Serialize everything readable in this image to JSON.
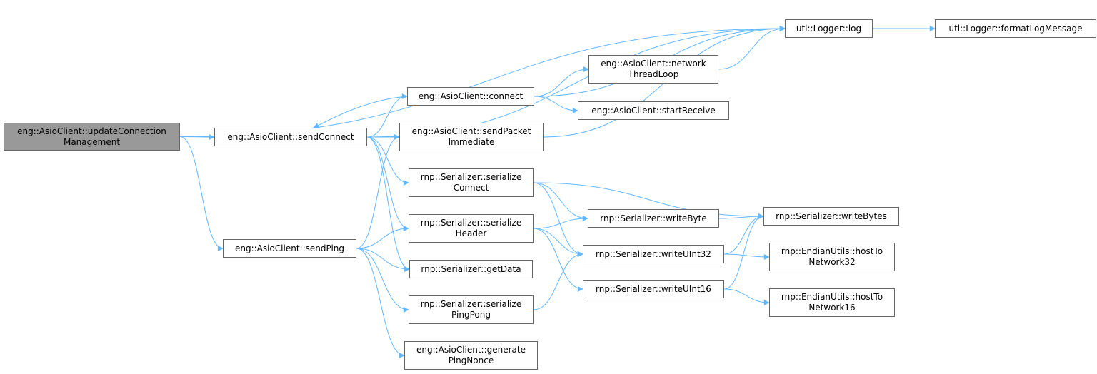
{
  "colors": {
    "edge": "#63b8ff",
    "root_fill": "#999999",
    "border": "#666666"
  },
  "nodes": [
    {
      "id": "updateConnectionManagement",
      "lines": [
        "eng::AsioClient::updateConnection",
        "Management"
      ],
      "root": true
    },
    {
      "id": "sendConnect",
      "lines": [
        "eng::AsioClient::sendConnect"
      ]
    },
    {
      "id": "sendPing",
      "lines": [
        "eng::AsioClient::sendPing"
      ]
    },
    {
      "id": "connect",
      "lines": [
        "eng::AsioClient::connect"
      ]
    },
    {
      "id": "sendPacketImmediate",
      "lines": [
        "eng::AsioClient::sendPacket",
        "Immediate"
      ]
    },
    {
      "id": "serializeConnect",
      "lines": [
        "rnp::Serializer::serialize",
        "Connect"
      ]
    },
    {
      "id": "serializeHeader",
      "lines": [
        "rnp::Serializer::serialize",
        "Header"
      ]
    },
    {
      "id": "getData",
      "lines": [
        "rnp::Serializer::getData"
      ]
    },
    {
      "id": "serializePingPong",
      "lines": [
        "rnp::Serializer::serialize",
        "PingPong"
      ]
    },
    {
      "id": "generatePingNonce",
      "lines": [
        "eng::AsioClient::generate",
        "PingNonce"
      ]
    },
    {
      "id": "log",
      "lines": [
        "utl::Logger::log"
      ]
    },
    {
      "id": "formatLogMessage",
      "lines": [
        "utl::Logger::formatLogMessage"
      ]
    },
    {
      "id": "networkThreadLoop",
      "lines": [
        "eng::AsioClient::network",
        "ThreadLoop"
      ]
    },
    {
      "id": "startReceive",
      "lines": [
        "eng::AsioClient::startReceive"
      ]
    },
    {
      "id": "writeBytes",
      "lines": [
        "rnp::Serializer::writeBytes"
      ]
    },
    {
      "id": "writeByte",
      "lines": [
        "rnp::Serializer::writeByte"
      ]
    },
    {
      "id": "writeUInt32",
      "lines": [
        "rnp::Serializer::writeUInt32"
      ]
    },
    {
      "id": "writeUInt16",
      "lines": [
        "rnp::Serializer::writeUInt16"
      ]
    },
    {
      "id": "hostToNetwork32",
      "lines": [
        "rnp::EndianUtils::hostTo",
        "Network32"
      ]
    },
    {
      "id": "hostToNetwork16",
      "lines": [
        "rnp::EndianUtils::hostTo",
        "Network16"
      ]
    }
  ],
  "edges": [
    [
      "updateConnectionManagement",
      "sendConnect"
    ],
    [
      "updateConnectionManagement",
      "sendPing"
    ],
    [
      "updateConnectionManagement",
      "log"
    ],
    [
      "sendConnect",
      "connect"
    ],
    [
      "sendConnect",
      "sendPacketImmediate"
    ],
    [
      "sendConnect",
      "serializeConnect"
    ],
    [
      "sendConnect",
      "serializeHeader"
    ],
    [
      "sendConnect",
      "getData"
    ],
    [
      "sendConnect",
      "log"
    ],
    [
      "connect",
      "sendConnect"
    ],
    [
      "connect",
      "networkThreadLoop"
    ],
    [
      "connect",
      "startReceive"
    ],
    [
      "connect",
      "log"
    ],
    [
      "sendPacketImmediate",
      "log"
    ],
    [
      "networkThreadLoop",
      "log"
    ],
    [
      "sendPing",
      "sendPacketImmediate"
    ],
    [
      "sendPing",
      "serializeHeader"
    ],
    [
      "sendPing",
      "getData"
    ],
    [
      "sendPing",
      "serializePingPong"
    ],
    [
      "sendPing",
      "generatePingNonce"
    ],
    [
      "serializeConnect",
      "writeBytes"
    ],
    [
      "serializeConnect",
      "writeByte"
    ],
    [
      "serializeConnect",
      "writeUInt32"
    ],
    [
      "serializeHeader",
      "writeByte"
    ],
    [
      "serializeHeader",
      "writeUInt32"
    ],
    [
      "serializeHeader",
      "writeUInt16"
    ],
    [
      "serializePingPong",
      "writeUInt32"
    ],
    [
      "writeByte",
      "writeBytes"
    ],
    [
      "writeUInt32",
      "writeBytes"
    ],
    [
      "writeUInt32",
      "hostToNetwork32"
    ],
    [
      "writeUInt16",
      "writeBytes"
    ],
    [
      "writeUInt16",
      "hostToNetwork16"
    ],
    [
      "log",
      "formatLogMessage"
    ]
  ]
}
